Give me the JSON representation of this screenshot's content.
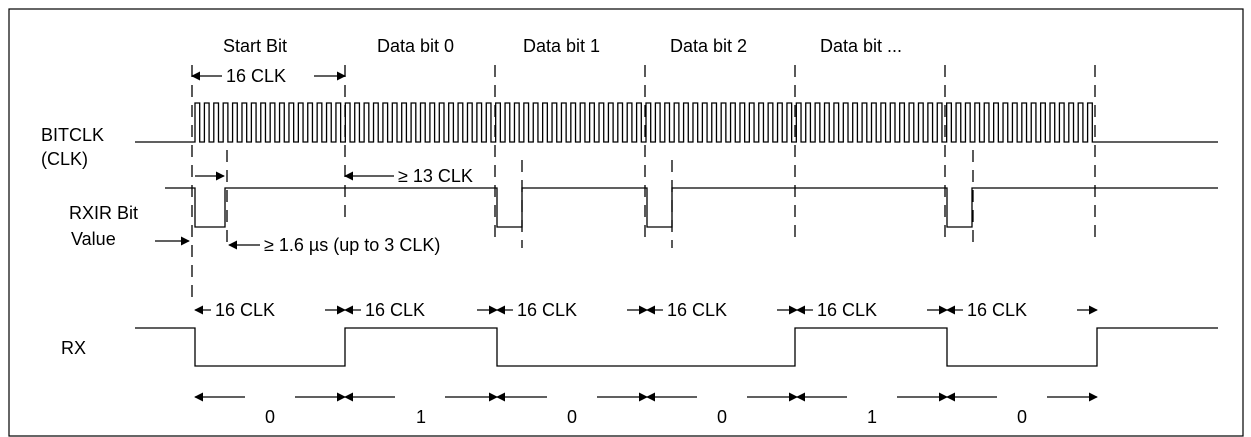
{
  "headers": [
    "Start Bit",
    "Data bit 0",
    "Data bit 1",
    "Data bit 2",
    "Data bit ..."
  ],
  "signals": {
    "bitclk": "BITCLK",
    "bitclk_sub": "(CLK)",
    "rxir_line1": "RXIR Bit",
    "rxir_line2": "Value",
    "rx": "RX"
  },
  "annotations": {
    "start_width": "16 CLK",
    "min_13": "≥ 13 CLK",
    "min_pulse": "≥ 1.6 µs (up to 3 CLK)"
  },
  "rx_period_label": "16 CLK",
  "bit_values": [
    "0",
    "1",
    "0",
    "0",
    "1",
    "0"
  ],
  "clock_cycles_per_bit": 16
}
